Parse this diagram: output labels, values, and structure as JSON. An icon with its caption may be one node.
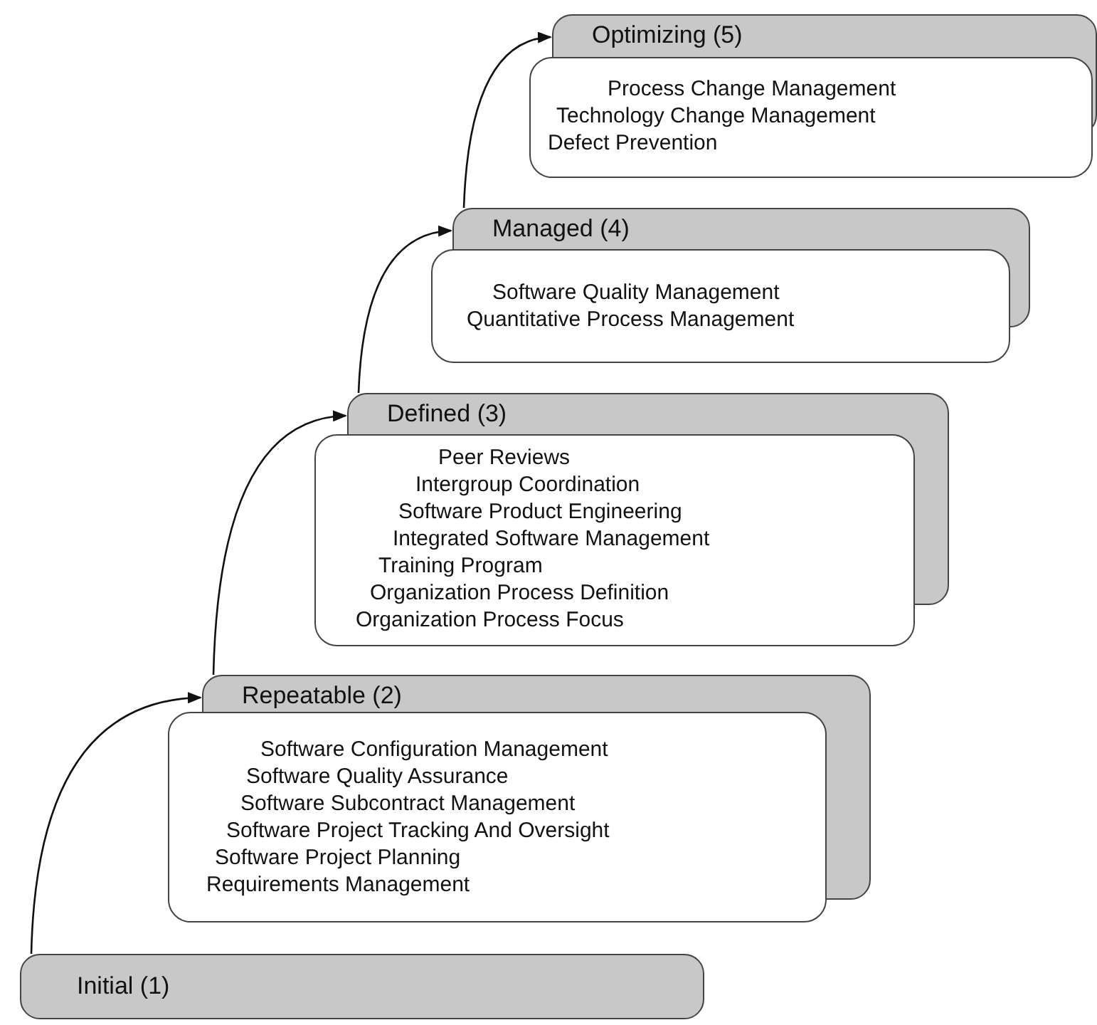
{
  "diagram": {
    "nodes": [
      {
        "text": [
          "Optimizing (5)",
          "Process Change Management",
          "Technology Change Management",
          "Defect Prevention"
        ]
      },
      {
        "text": [
          "Managed (4)",
          "Software Quality Management",
          "Quantitative Process Management"
        ]
      },
      {
        "text": [
          "Defined (3)",
          "Peer Reviews",
          "Intergroup Coordination",
          "Software Product Engineering",
          "Integrated Software Management",
          "Training Program",
          "Organization Process Definition",
          "Organization Process Focus"
        ]
      },
      {
        "text": [
          "Repeatable (2)",
          "Software Configuration Management",
          "Software Quality Assurance",
          "Software Subcontract Management",
          "Software Project Tracking And Oversight",
          "Software Project Planning",
          "Requirements Management"
        ]
      },
      {
        "text": [
          "Initial (1)"
        ]
      }
    ],
    "edges": [
      {
        "from": 4,
        "to": 3,
        "arrow": "to"
      },
      {
        "from": 3,
        "to": 2,
        "arrow": "to"
      },
      {
        "from": 2,
        "to": 1,
        "arrow": "to"
      },
      {
        "from": 1,
        "to": 0,
        "arrow": "to"
      }
    ]
  }
}
